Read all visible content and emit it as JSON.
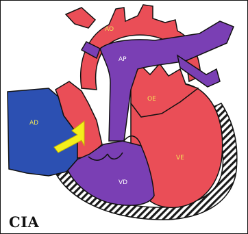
{
  "diagram": {
    "caption": "CIA",
    "labels": {
      "aorta": "AO",
      "pulmonary_artery": "AP",
      "left_atrium": "OE",
      "right_atrium": "AD",
      "left_ventricle": "VE",
      "right_ventricle": "VD"
    },
    "colors": {
      "oxygenated": "#ea4e57",
      "deoxygenated": "#7a3fb4",
      "right_atrium": "#2c50b2",
      "shunt_arrow": "#f4ee1c",
      "outline": "#111111",
      "pericardium_hatch": "#1a1a1a"
    },
    "icons": {
      "shunt": "yellow-arrow-icon"
    }
  }
}
